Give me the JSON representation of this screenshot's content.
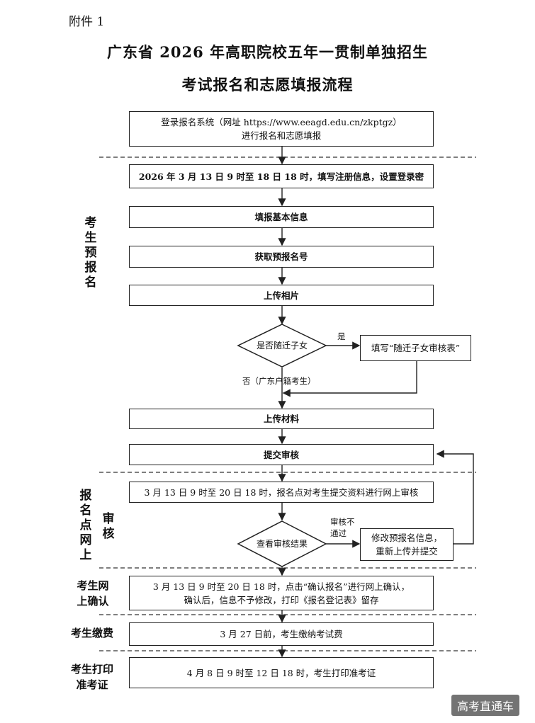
{
  "header": {
    "attachment": "附件 1",
    "title_line1": "广东省 2026 年高职院校五年一贯制单独招生",
    "title_line2": "考试报名和志愿填报流程"
  },
  "flow": {
    "login_box": "登录报名系统（网址 https://www.eeagd.edu.cn/zkptgz）进行报名和志愿填报",
    "register_box": "2026 年 3 月 13 日 9 时至 18 日 18 时，填写注册信息，设置登录密",
    "basic_info_box": "填报基本信息",
    "prereg_number_box": "获取预报名号",
    "upload_photo_box": "上传相片",
    "decision_migrant": "是否随迁子女",
    "yes_label": "是",
    "migrant_form_box": "填写“随迁子女审核表”",
    "no_label": "否（广东户籍考生）",
    "upload_materials_box": "上传材料",
    "submit_review_box": "提交审核",
    "online_review_box": "3 月 13 日 9 时至 20 日 18 时，报名点对考生提交资料进行网上审核",
    "decision_result": "查看审核结果",
    "fail_label_1": "审核不",
    "fail_label_2": "通过",
    "modify_box_1": "修改预报名信息，",
    "modify_box_2": "重新上传并提交",
    "confirm_box_1": "3 月 13 日 9 时至 20 日 18 时，点击“确认报名”进行网上确认，",
    "confirm_box_2": "确认后，信息不予修改，打印《报名登记表》留存",
    "fee_box": "3 月 27 日前，考生缴纳考试费",
    "ticket_box": "4 月 8 日 9 时至 12 日 18 时，考生打印准考证"
  },
  "sections": {
    "prereg_label": "考生预报名",
    "review_label_a": "报名点网上",
    "review_label_b": "审核",
    "confirm_label_1": "考生网",
    "confirm_label_2": "上确认",
    "fee_label": "考生缴费",
    "ticket_label_1": "考生打印",
    "ticket_label_2": "准考证"
  },
  "watermark": "高考直通车"
}
